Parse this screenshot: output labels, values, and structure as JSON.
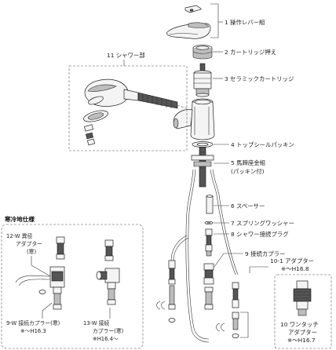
{
  "labels": {
    "p1": "1 操作レバー組",
    "p2": "2 カートリッジ押え",
    "p3": "3 セラミックカートリッジ",
    "p4": "4 トップシールパッキン",
    "p5a": "5 馬蹄座金組",
    "p5b": "(パッキン付)",
    "p6": "6 スペーサー",
    "p7": "7 スプリングワッシャー",
    "p8": "8 シャワー接続プラグ",
    "p9": "9 接続カプラー",
    "p10_1a": "10-1 アダプター",
    "p10_1b": "※～H16.8",
    "p10a": "10 ワンタッチ",
    "p10b": "アダプター",
    "p10c": "※～H16.7",
    "p11": "11 シャワー部"
  },
  "cold": {
    "title": "寒冷地仕様",
    "p12a": "12-W 異径",
    "p12b": "アダプター",
    "p12c": "(寒)",
    "p9wa": "9-W 接続カプラー(寒)",
    "p9wb": "※～H16.3",
    "p13a": "13-W 接続",
    "p13b": "カプラー(寒)",
    "p13c": "※H16.4～"
  }
}
